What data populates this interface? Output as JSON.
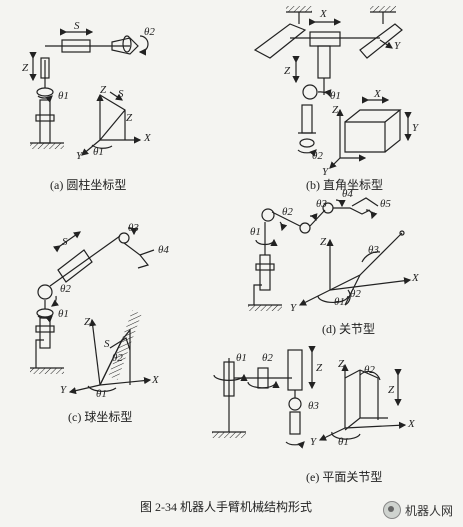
{
  "panels": {
    "a": {
      "caption": "(a) 圆柱坐标型"
    },
    "b": {
      "caption": "(b) 直角坐标型"
    },
    "c": {
      "caption": "(c) 球坐标型"
    },
    "d": {
      "caption": "(d) 关节型"
    },
    "e": {
      "caption": "(e) 平面关节型"
    }
  },
  "figure_caption": "图 2-34    机器人手臂机械结构形式",
  "watermark": "机器人网",
  "symbols": {
    "S": "S",
    "X": "X",
    "Y": "Y",
    "Z": "Z",
    "theta1": "θ1",
    "theta2": "θ2",
    "theta3": "θ3",
    "theta4": "θ4",
    "theta5": "θ5"
  }
}
